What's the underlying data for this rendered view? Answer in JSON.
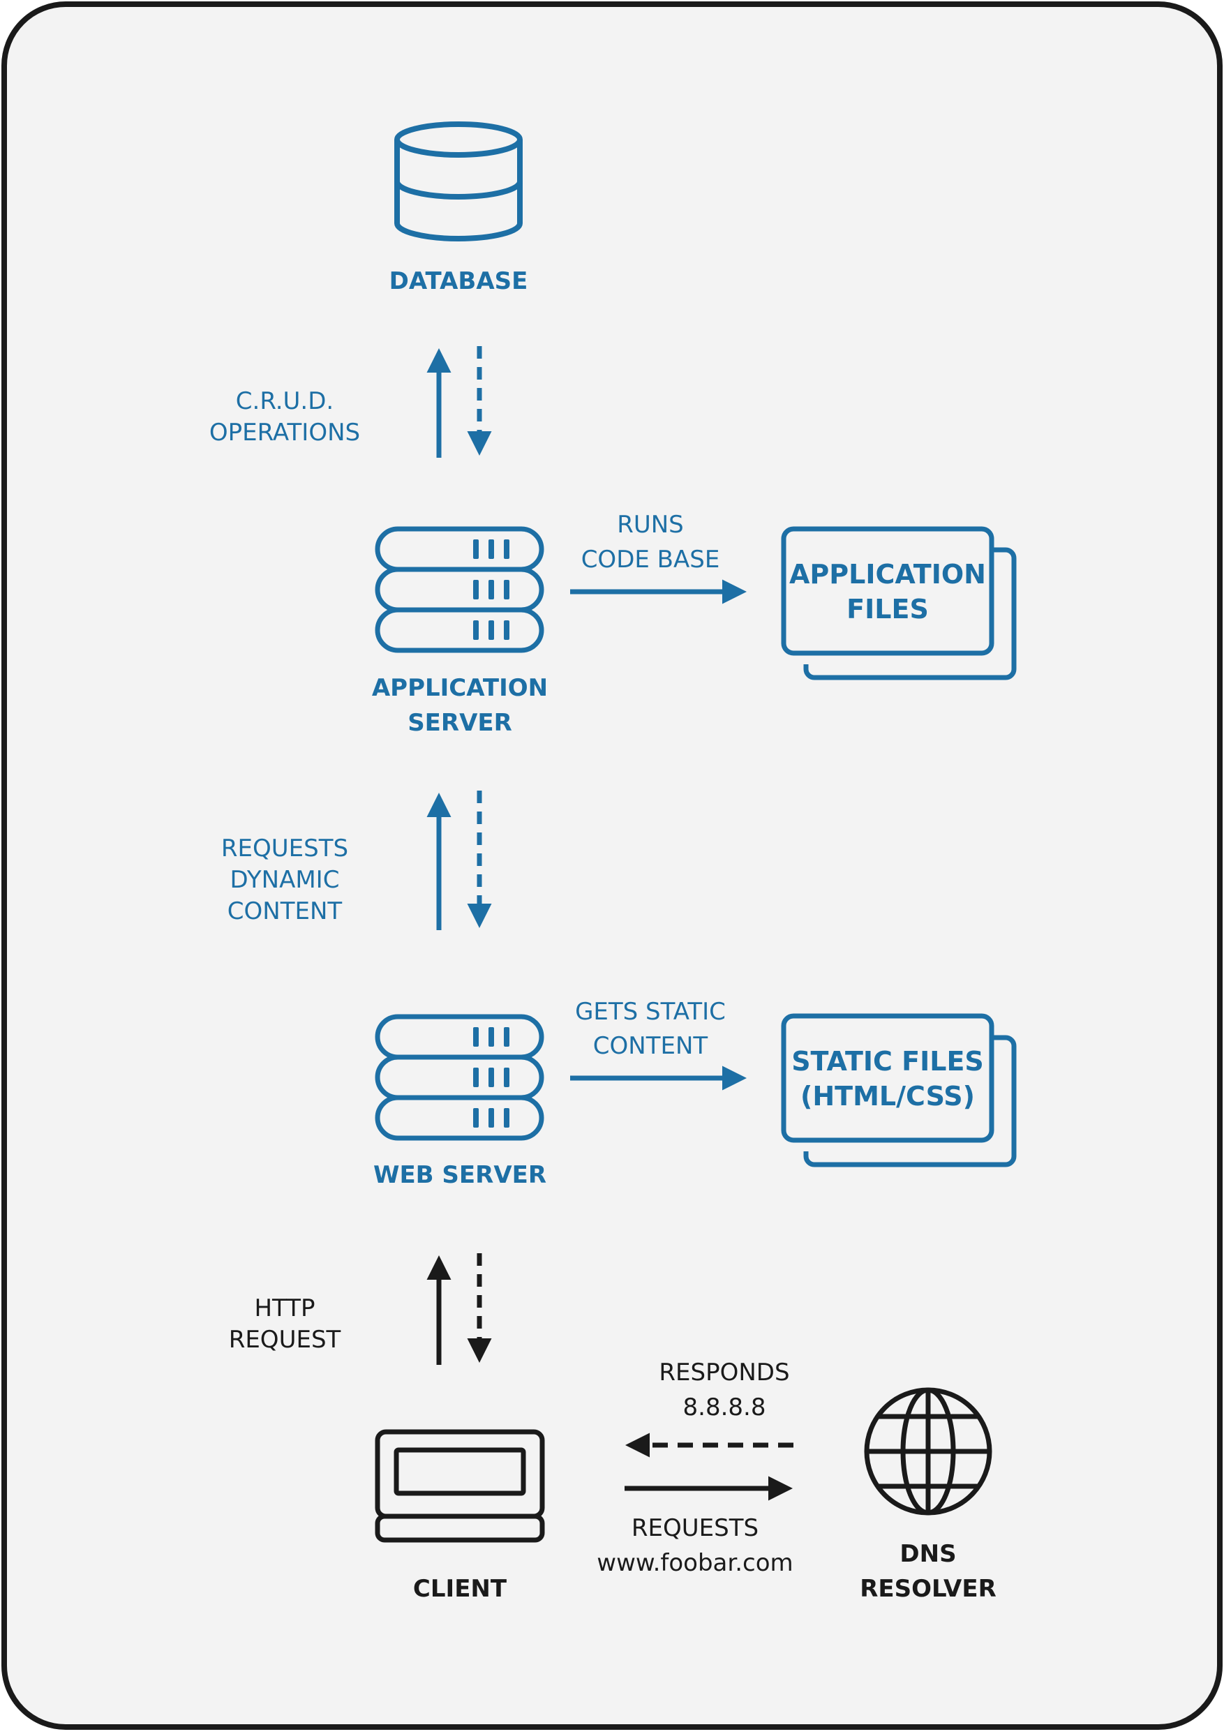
{
  "colors": {
    "blue": "#1d6fa5",
    "black": "#1a1a1a",
    "panel_background": "#f3f3f3",
    "panel_border": "#1a1a1a"
  },
  "nodes": {
    "database": {
      "label": "DATABASE",
      "icon": "database-icon"
    },
    "application_server": {
      "label_line1": "APPLICATION",
      "label_line2": "SERVER",
      "icon": "server-icon"
    },
    "application_files": {
      "label_line1": "APPLICATION",
      "label_line2": "FILES",
      "icon": "stacked-files-icon"
    },
    "web_server": {
      "label": "WEB SERVER",
      "icon": "server-icon"
    },
    "static_files": {
      "label_line1": "STATIC FILES",
      "label_line2": "(HTML/CSS)",
      "icon": "stacked-files-icon"
    },
    "client": {
      "label": "CLIENT",
      "icon": "laptop-icon"
    },
    "dns_resolver": {
      "label_line1": "DNS",
      "label_line2": "RESOLVER",
      "icon": "globe-icon"
    }
  },
  "edges": {
    "crud": {
      "line1": "C.R.U.D.",
      "line2": "OPERATIONS"
    },
    "runs_code_base": {
      "line1": "RUNS",
      "line2": "CODE BASE"
    },
    "requests_dynamic": {
      "line1": "REQUESTS",
      "line2": "DYNAMIC",
      "line3": "CONTENT"
    },
    "gets_static": {
      "line1": "GETS STATIC",
      "line2": "CONTENT"
    },
    "http_request": {
      "line1": "HTTP",
      "line2": "REQUEST"
    },
    "dns_responds": {
      "line1": "RESPONDS",
      "line2": "8.8.8.8"
    },
    "dns_requests": {
      "line1": "REQUESTS",
      "line2": "www.foobar.com"
    }
  }
}
